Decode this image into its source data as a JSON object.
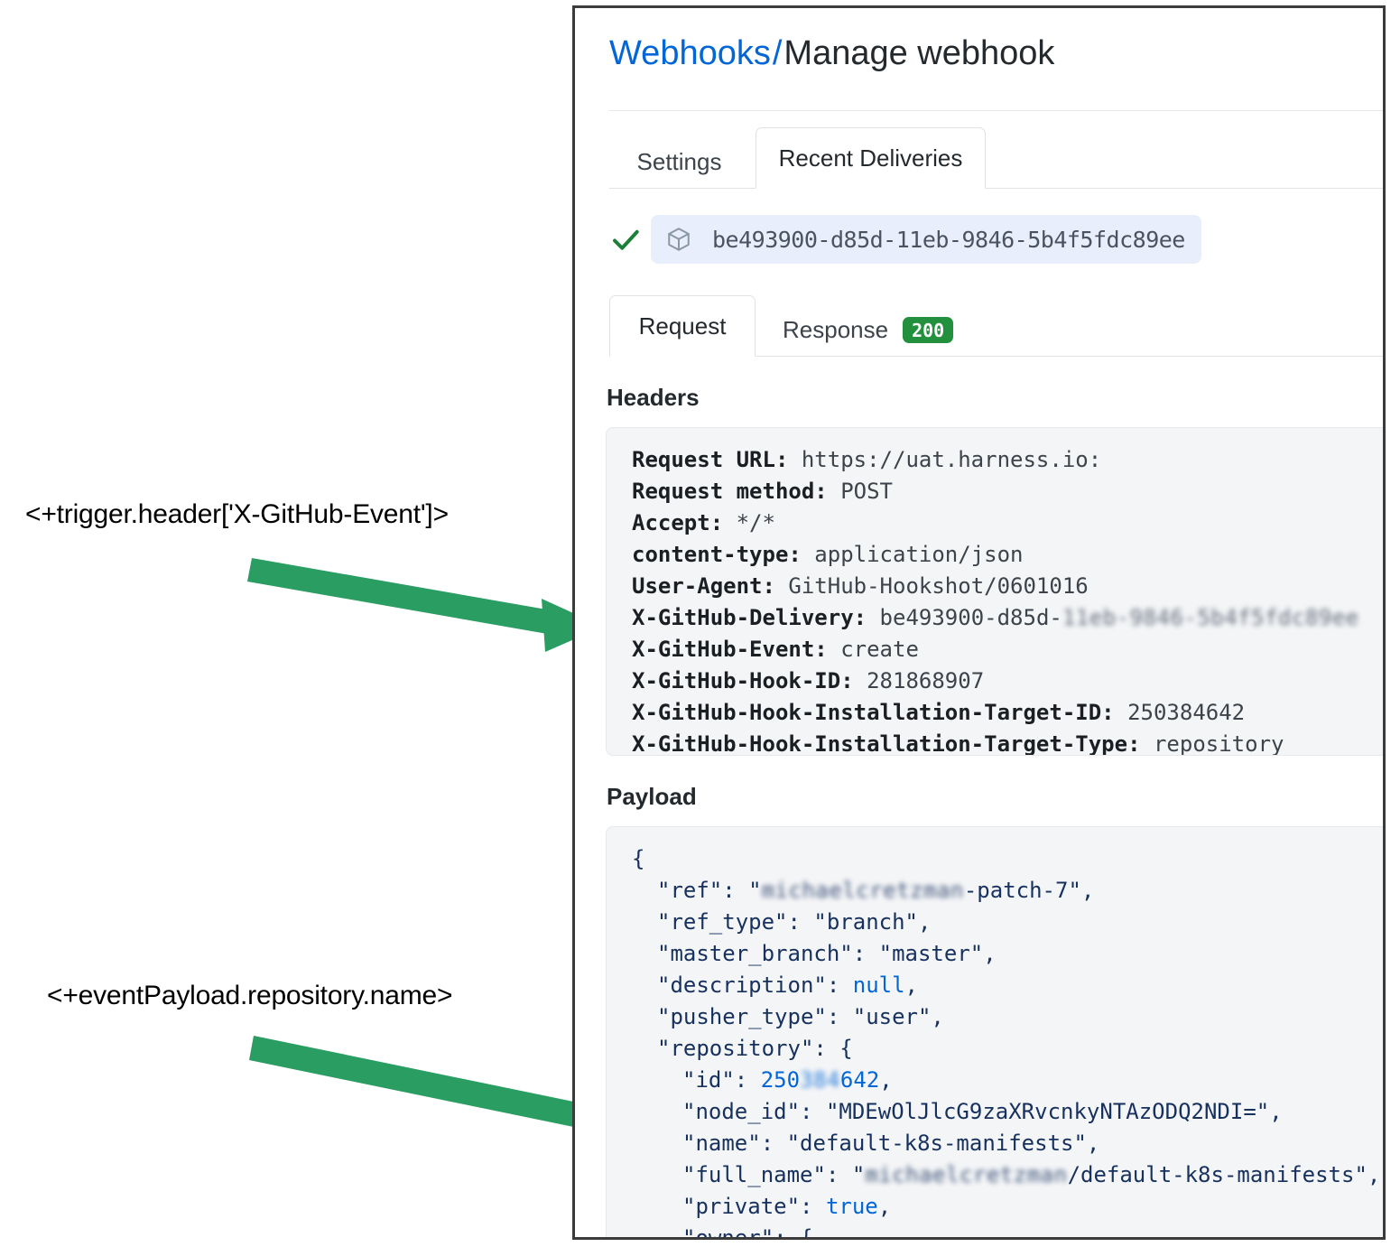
{
  "annotations": [
    {
      "name": "trigger-header",
      "text": "<+trigger.header['X-GitHub-Event']>"
    },
    {
      "name": "event-payload",
      "text": "<+eventPayload.repository.name>"
    }
  ],
  "colors": {
    "arrow_green": "#2a9d62",
    "link_blue": "#0366d6",
    "badge_green": "#22903c",
    "chip_bg": "#e8eefb",
    "code_bg": "#f4f5f7",
    "panel_border": "#3b3b3b"
  },
  "panel": {
    "breadcrumb": {
      "link": "Webhooks",
      "separator": "/",
      "current": "Manage webhook"
    },
    "tabs": [
      {
        "label": "Settings",
        "active": false
      },
      {
        "label": "Recent Deliveries",
        "active": true
      }
    ],
    "delivery": {
      "status_icon": "check-icon",
      "package_icon": "package-icon",
      "id": "be493900-d85d-11eb-9846-5b4f5fdc89ee"
    },
    "inner_tabs": [
      {
        "label": "Request",
        "active": true,
        "badge": ""
      },
      {
        "label": "Response",
        "active": false,
        "badge": "200"
      }
    ],
    "headers_section": {
      "label": "Headers",
      "lines": [
        {
          "key": "Request URL:",
          "value": "https://uat.harness.io:"
        },
        {
          "key": "Request method:",
          "value": "POST"
        },
        {
          "key": "Accept:",
          "value": "*/*"
        },
        {
          "key": "content-type:",
          "value": "application/json"
        },
        {
          "key": "User-Agent:",
          "value": "GitHub-Hookshot/0601016"
        },
        {
          "key": "X-GitHub-Delivery:",
          "value": "be493900-d85d-",
          "redacted": "11eb-9846-5b4f5fdc89ee"
        },
        {
          "key": "X-GitHub-Event:",
          "value": "create"
        },
        {
          "key": "X-GitHub-Hook-ID:",
          "value": "281868907"
        },
        {
          "key": "X-GitHub-Hook-Installation-Target-ID:",
          "value": "250384642"
        },
        {
          "key": "X-GitHub-Hook-Installation-Target-Type:",
          "value": "repository"
        }
      ]
    },
    "payload_section": {
      "label": "Payload",
      "lines": [
        "{",
        "\"ref\": \"michaelcretzman-patch-7\",",
        "\"ref_type\": \"branch\",",
        "\"master_branch\": \"master\",",
        "\"description\": null,",
        "\"pusher_type\": \"user\",",
        "\"repository\": {",
        "\"id\": 250384642,",
        "\"node_id\": \"MDEwOlJlcG9zaXRvcnkyNTAzODQ2NDI=\",",
        "\"name\": \"default-k8s-manifests\",",
        "\"full_name\": \"michaelcretzman/default-k8s-manifests\",",
        "\"private\": true,",
        "\"owner\": {"
      ]
    }
  }
}
